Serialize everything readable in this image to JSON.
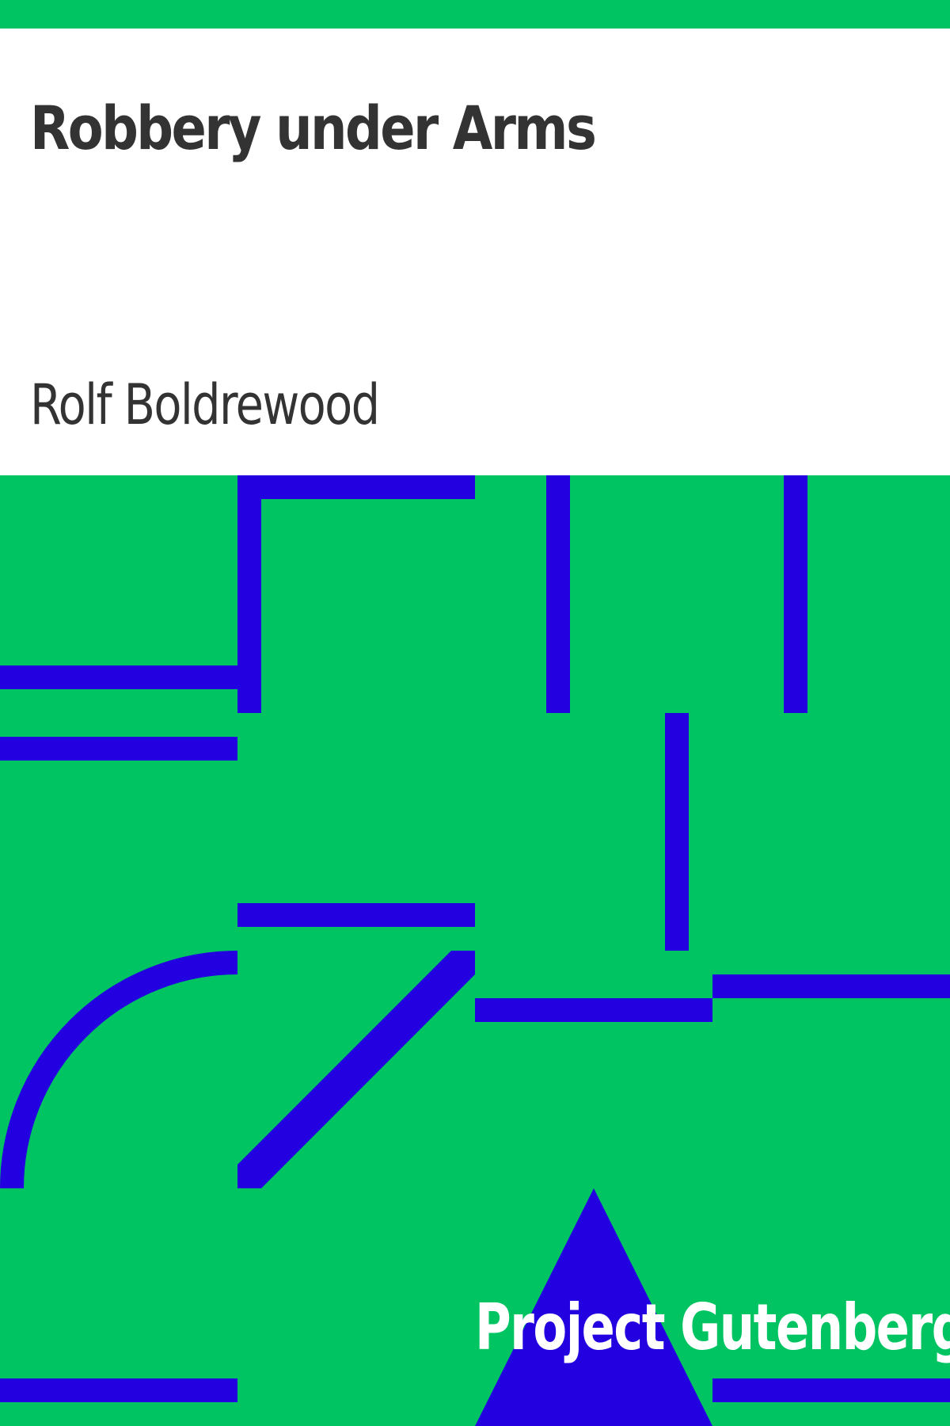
{
  "cover": {
    "title": "Robbery under Arms",
    "author": "Rolf Boldrewood",
    "publisher": "Project Gutenberg"
  },
  "colors": {
    "background": "#00c462",
    "panel": "#ffffff",
    "text": "#333333",
    "pattern": "#2300e0",
    "publisher_text": "#ffffff"
  }
}
